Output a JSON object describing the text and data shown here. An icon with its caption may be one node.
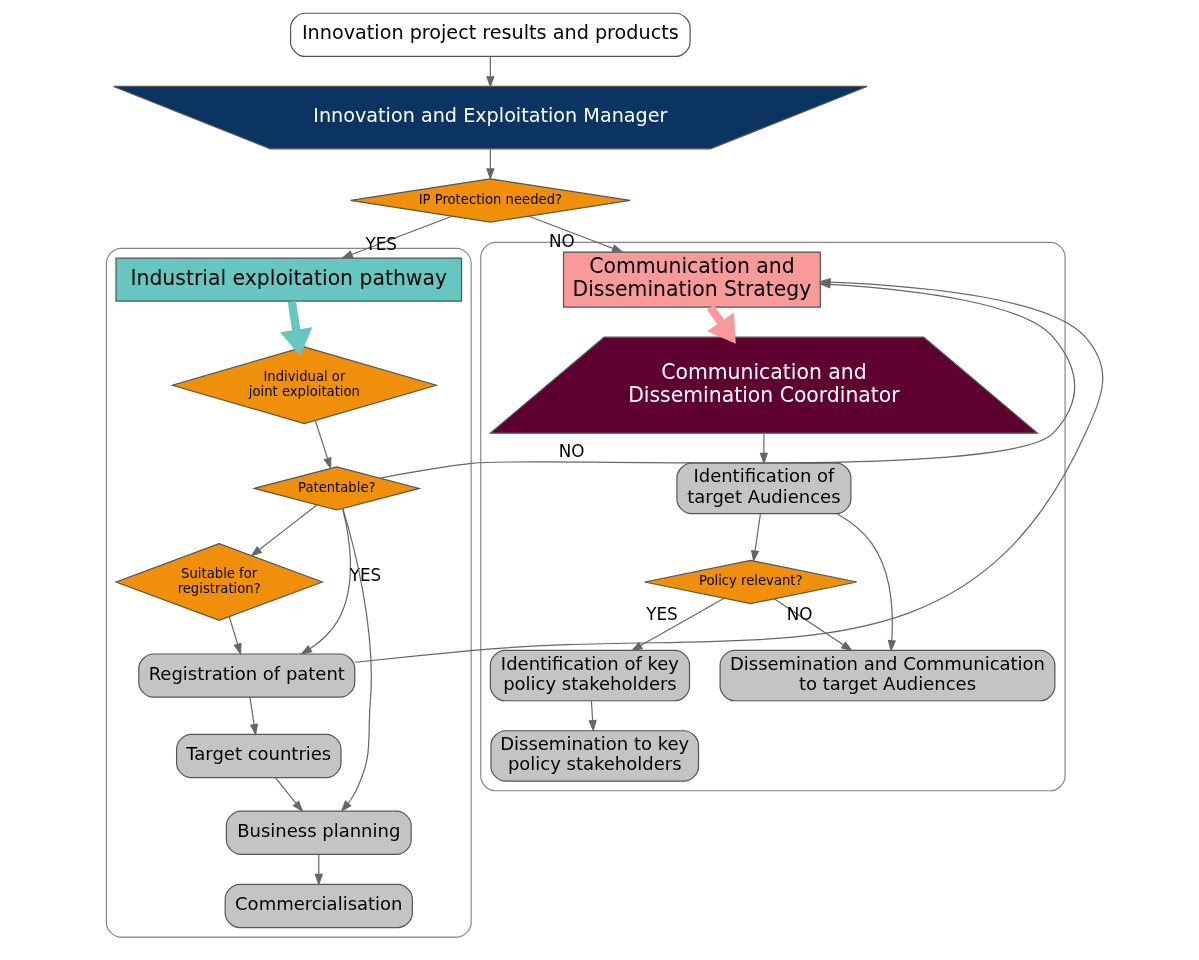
{
  "diagram": {
    "nodes": [
      {
        "text": [
          "Innovation project results and products"
        ]
      },
      {
        "text": [
          "Innovation and Exploitation Manager"
        ]
      },
      {
        "text": [
          "IP Protection needed?"
        ]
      },
      {
        "text": [],
        "shape": "box"
      },
      {
        "text": [
          "Industrial exploitation pathway"
        ],
        "in": 3
      },
      {
        "text": [
          "Individual or joint exploitation"
        ],
        "in": 3
      },
      {
        "text": [
          "Patentable?"
        ],
        "in": 3
      },
      {
        "text": [
          "Suitable for registration?"
        ],
        "in": 3
      },
      {
        "text": [
          "Registration of patent"
        ],
        "in": 3
      },
      {
        "text": [
          "Target countries"
        ],
        "in": 3
      },
      {
        "text": [
          "Business planning"
        ],
        "in": 3
      },
      {
        "text": [
          "Commercialisation"
        ],
        "in": 3
      },
      {
        "text": [],
        "shape": "box"
      },
      {
        "text": [
          "Communication and Dissemination Strategy"
        ],
        "in": 12
      },
      {
        "text": [
          "Communication and Dissemination Coordinator"
        ],
        "in": 12
      },
      {
        "text": [
          "Identification of target Audiences"
        ],
        "in": 12
      },
      {
        "text": [
          "Policy relevant?"
        ],
        "in": 12
      },
      {
        "text": [
          "Identification of key policy stakeholders"
        ],
        "in": 12
      },
      {
        "text": [
          "Dissemination to key policy stakeholders"
        ],
        "in": 12
      },
      {
        "text": [
          "Dissemination and Communication to target Audiences"
        ],
        "in": 12
      }
    ],
    "edges": [
      {
        "from": 0,
        "to": 1,
        "arrow": "to"
      },
      {
        "from": 1,
        "to": 2,
        "arrow": "to"
      },
      {
        "from": 2,
        "to": 4,
        "arrow": "to",
        "label": "YES"
      },
      {
        "from": 2,
        "to": 13,
        "arrow": "to",
        "label": "NO"
      },
      {
        "from": 4,
        "to": 5,
        "arrow": "to",
        "style": "thick",
        "color": "#66c6c0"
      },
      {
        "from": 5,
        "to": 6,
        "arrow": "to"
      },
      {
        "from": 6,
        "to": 7,
        "arrow": "to"
      },
      {
        "from": 6,
        "to": 8,
        "arrow": "to",
        "label": "YES"
      },
      {
        "from": 7,
        "to": 8,
        "arrow": "to"
      },
      {
        "from": 6,
        "to": 13,
        "arrow": "to",
        "label": "NO"
      },
      {
        "from": 6,
        "to": 10,
        "arrow": "to"
      },
      {
        "from": 8,
        "to": 13,
        "arrow": "to"
      },
      {
        "from": 8,
        "to": 9,
        "arrow": "to"
      },
      {
        "from": 9,
        "to": 10,
        "arrow": "to"
      },
      {
        "from": 10,
        "to": 11,
        "arrow": "to"
      },
      {
        "from": 13,
        "to": 14,
        "arrow": "to",
        "style": "thick",
        "color": "#f99a9a"
      },
      {
        "from": 14,
        "to": 15,
        "arrow": "to"
      },
      {
        "from": 15,
        "to": 16,
        "arrow": "to"
      },
      {
        "from": 15,
        "to": 19,
        "arrow": "to"
      },
      {
        "from": 16,
        "to": 19,
        "arrow": "to",
        "label": "NO"
      },
      {
        "from": 16,
        "to": 17,
        "arrow": "to",
        "label": "YES"
      },
      {
        "from": 17,
        "to": 18,
        "arrow": "to"
      }
    ]
  }
}
